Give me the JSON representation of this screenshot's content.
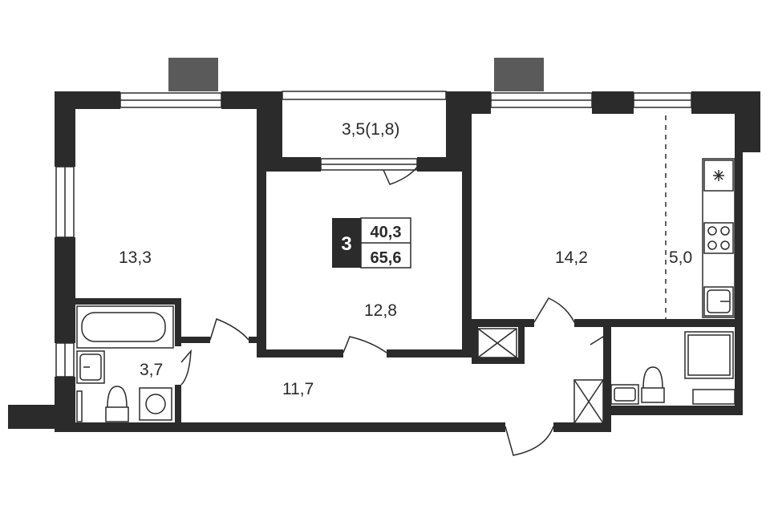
{
  "apartment": {
    "rooms_count": "3",
    "living_area": "40,3",
    "total_area": "65,6"
  },
  "rooms": [
    {
      "id": "bedroom-left",
      "area": "13,3"
    },
    {
      "id": "balcony",
      "area": "3,5(1,8)"
    },
    {
      "id": "bedroom-center",
      "area": "12,8"
    },
    {
      "id": "living-room",
      "area": "14,2"
    },
    {
      "id": "kitchen",
      "area": "5,0"
    },
    {
      "id": "bathroom",
      "area": "3,7"
    },
    {
      "id": "hallway",
      "area": "11,7"
    }
  ],
  "colors": {
    "wall": "#2b2b2b",
    "radiator": "#5a5a5a",
    "background": "#ffffff"
  },
  "icons": [
    "bathtub-icon",
    "sink-icon",
    "toilet-icon",
    "washing-machine-icon",
    "shower-icon",
    "stove-icon",
    "fan-icon",
    "ventilation-shaft-icon"
  ]
}
